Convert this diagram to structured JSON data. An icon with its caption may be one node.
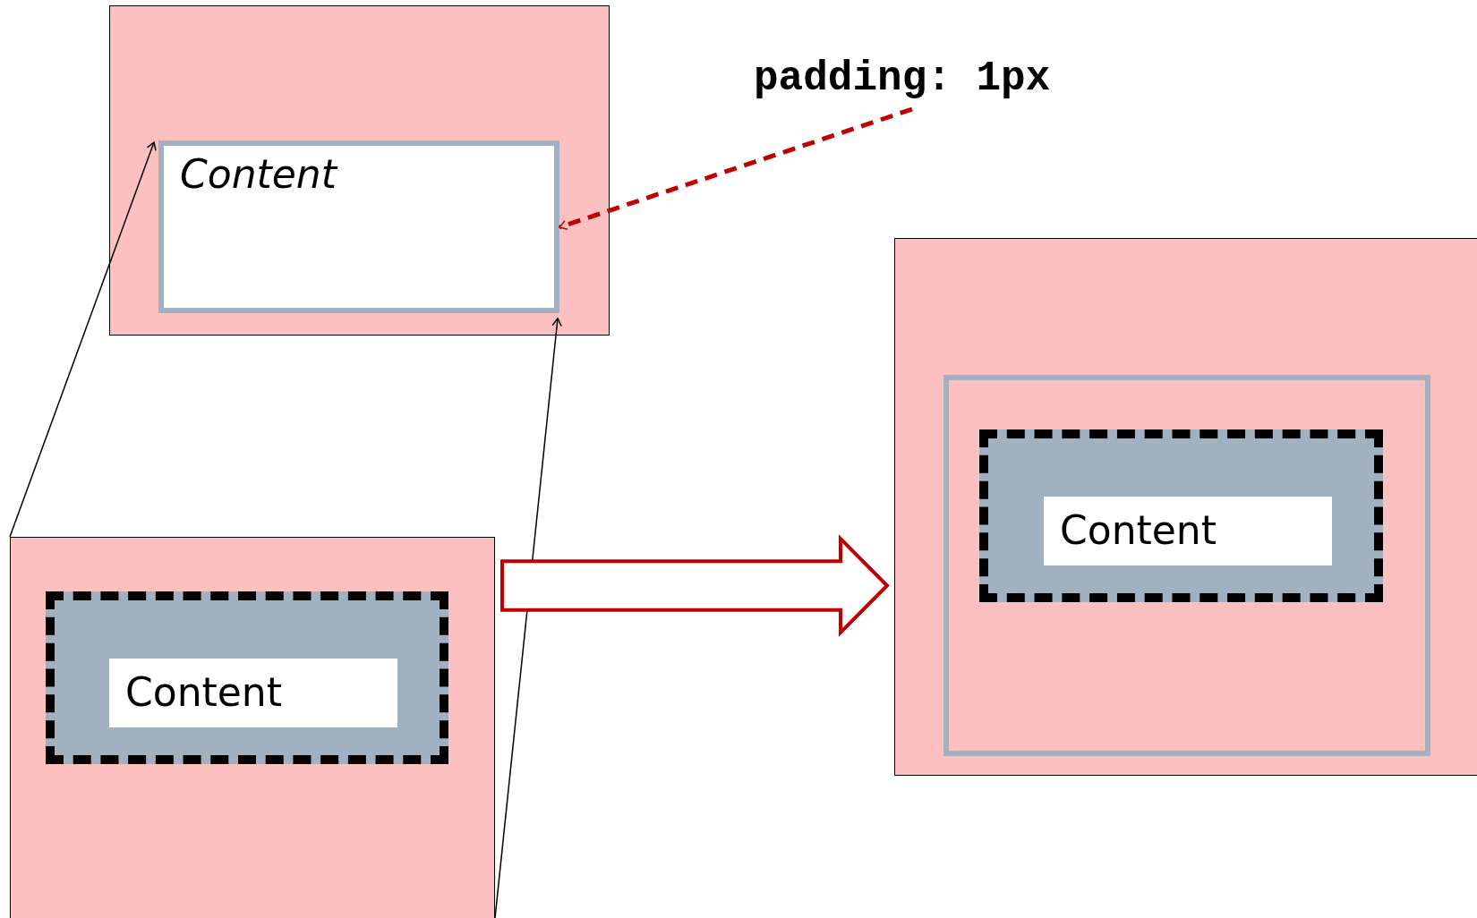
{
  "diagram": {
    "nodes": [
      {
        "text": [],
        "shape": "box"
      },
      {
        "text": [
          "Content"
        ],
        "in": 0
      },
      {
        "text": [
          "padding: 1px"
        ]
      },
      {
        "text": [],
        "shape": "box"
      },
      {
        "text": [],
        "shape": "box",
        "in": 3
      },
      {
        "text": [
          "Content"
        ],
        "in": 4
      },
      {
        "text": [],
        "shape": "box"
      },
      {
        "text": [],
        "shape": "box",
        "in": 6
      },
      {
        "text": [],
        "shape": "box",
        "in": 7
      },
      {
        "text": [
          "Content"
        ],
        "in": 8
      }
    ],
    "edges": [
      {
        "from": 2,
        "to": 1,
        "arrow": "to",
        "style": "dashed",
        "color": "#c00000"
      },
      {
        "from": 3,
        "to": 1,
        "arrow": "to"
      },
      {
        "from": 3,
        "to": 1,
        "arrow": "to"
      },
      {
        "from": 3,
        "to": 6,
        "arrow": "to",
        "style": "thick",
        "color": "#c00000"
      }
    ]
  }
}
